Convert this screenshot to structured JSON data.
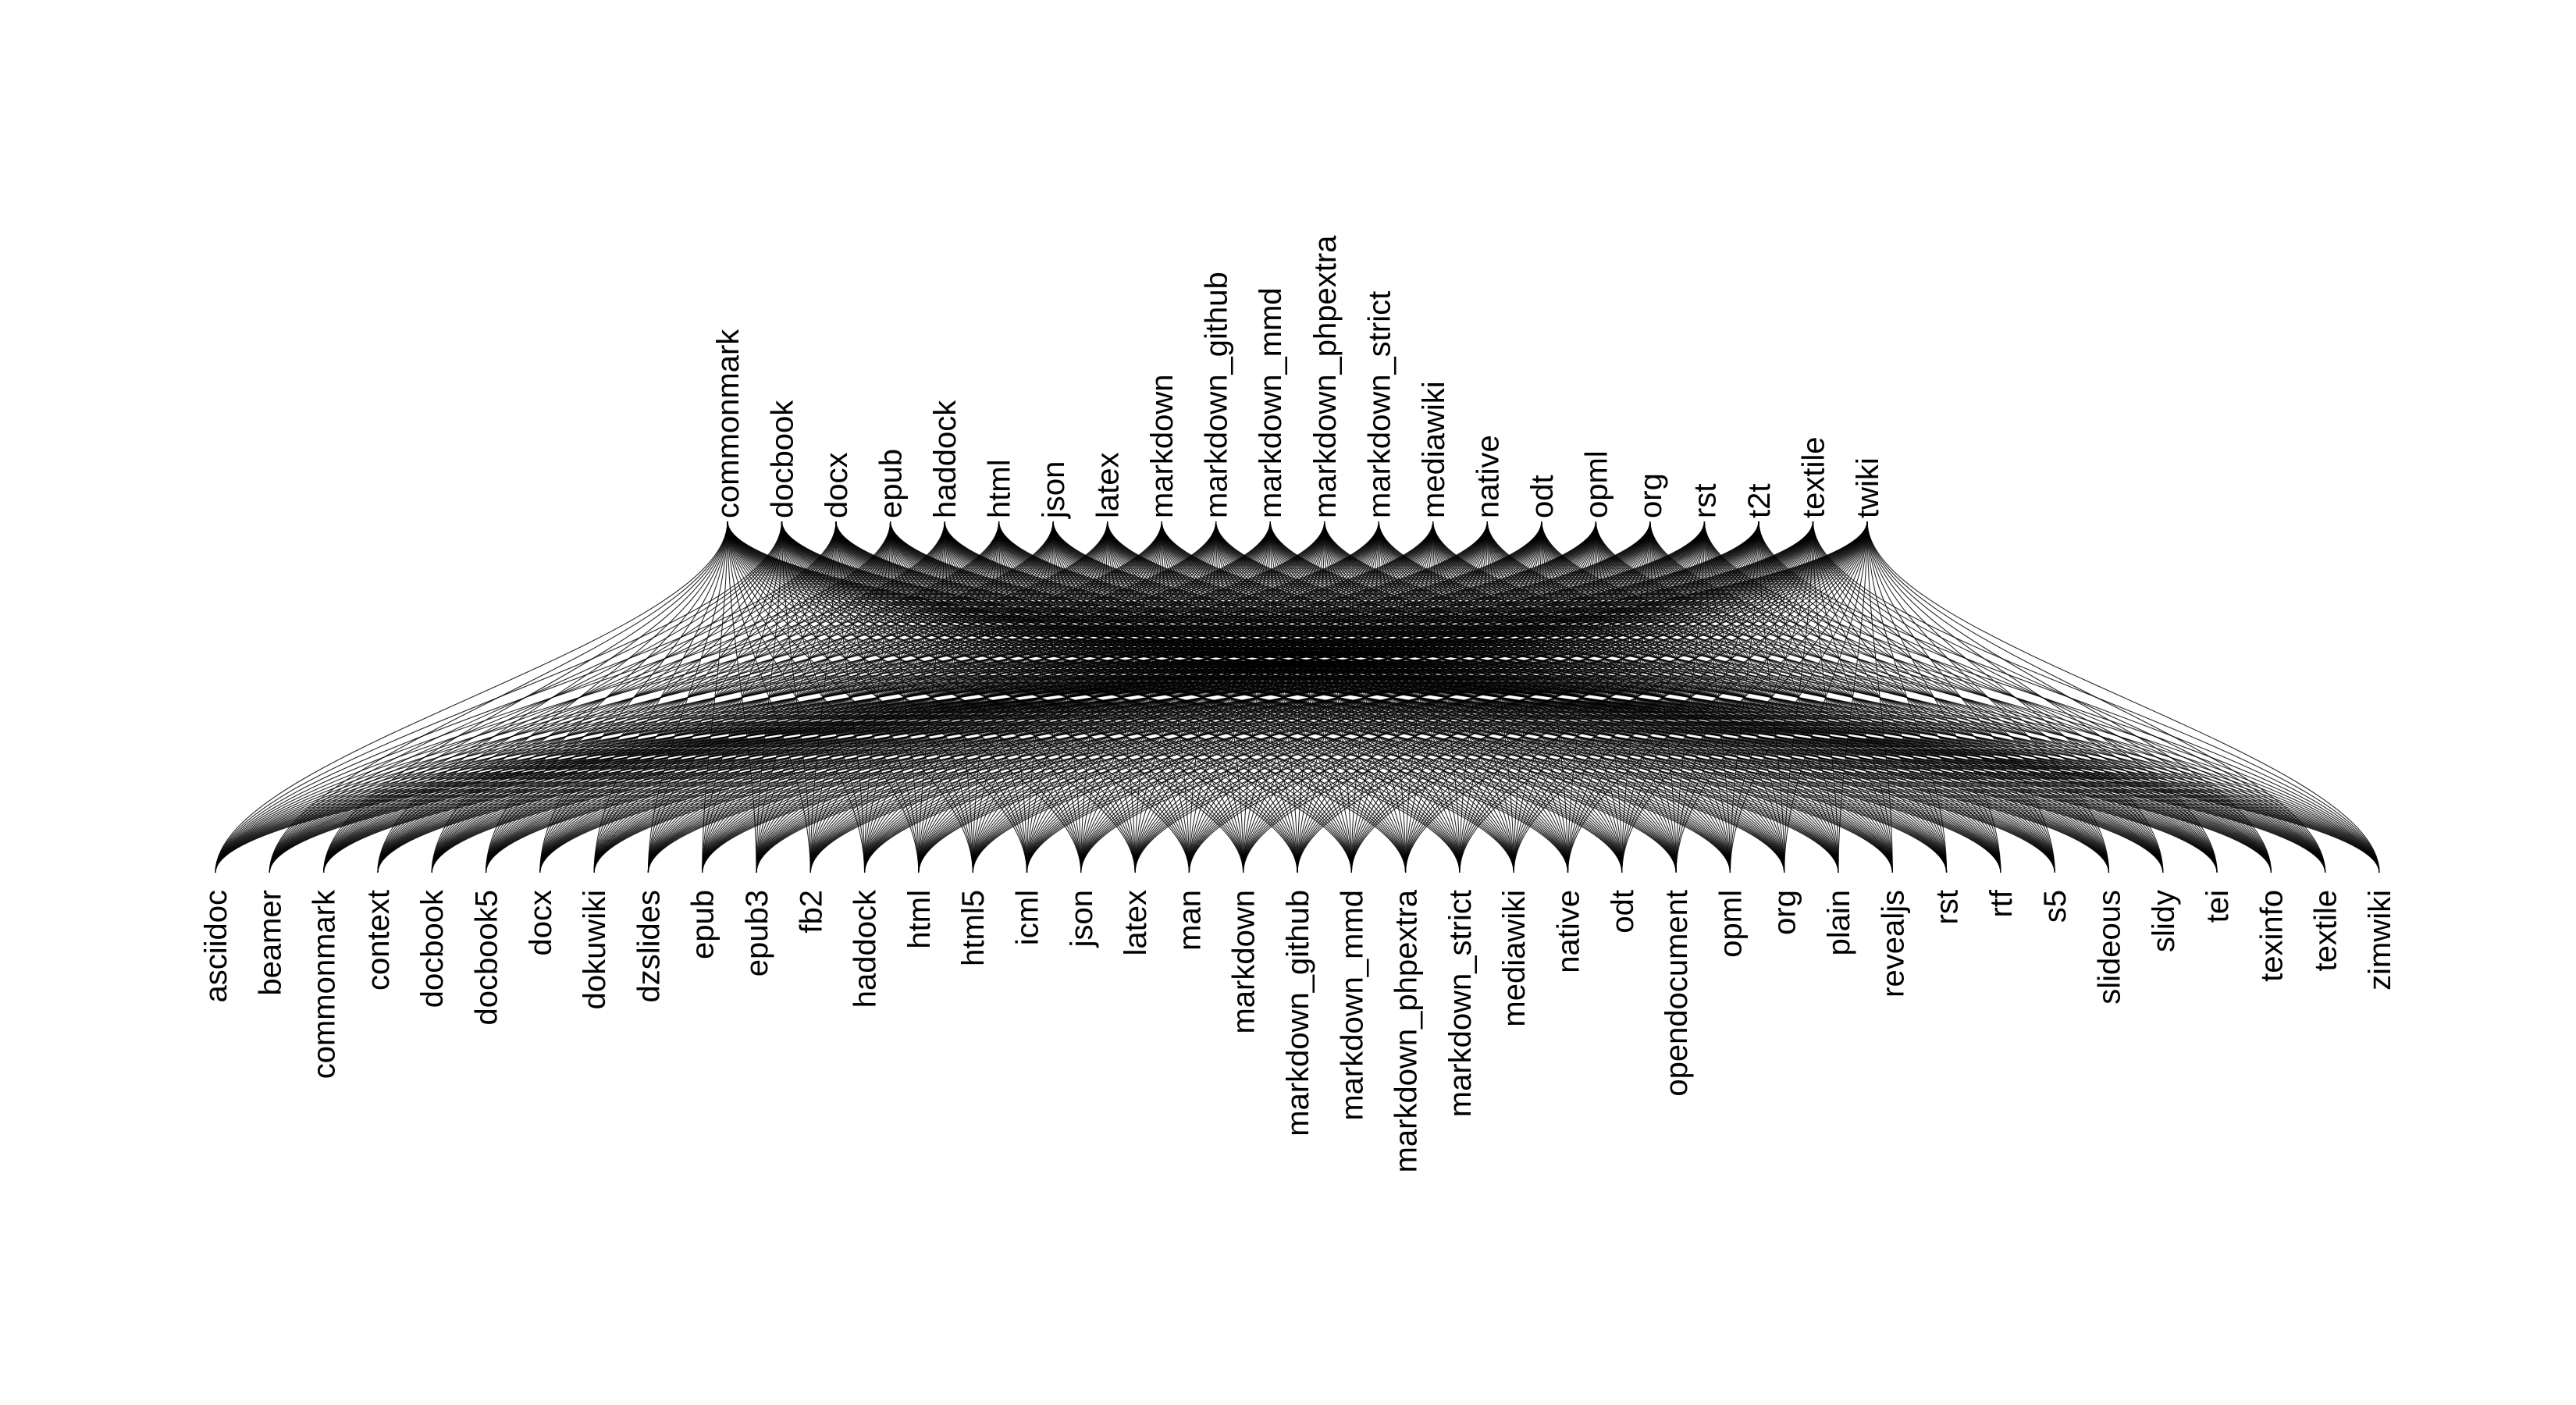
{
  "diagram": {
    "type": "bipartite-edge-bundle",
    "edge_color": "#000000",
    "background": "#ffffff",
    "input_formats": [
      "commonmark",
      "docbook",
      "docx",
      "epub",
      "haddock",
      "html",
      "json",
      "latex",
      "markdown",
      "markdown_github",
      "markdown_mmd",
      "markdown_phpextra",
      "markdown_strict",
      "mediawiki",
      "native",
      "odt",
      "opml",
      "org",
      "rst",
      "t2t",
      "textile",
      "twiki"
    ],
    "output_formats": [
      "asciidoc",
      "beamer",
      "commonmark",
      "context",
      "docbook",
      "docbook5",
      "docx",
      "dokuwiki",
      "dzslides",
      "epub",
      "epub3",
      "fb2",
      "haddock",
      "html",
      "html5",
      "icml",
      "json",
      "latex",
      "man",
      "markdown",
      "markdown_github",
      "markdown_mmd",
      "markdown_phpextra",
      "markdown_strict",
      "mediawiki",
      "native",
      "odt",
      "opendocument",
      "opml",
      "org",
      "plain",
      "revealjs",
      "rst",
      "rtf",
      "s5",
      "slideous",
      "slidy",
      "tei",
      "texinfo",
      "textile",
      "zimwiki"
    ],
    "connectivity": "every input format connects to every output format"
  }
}
